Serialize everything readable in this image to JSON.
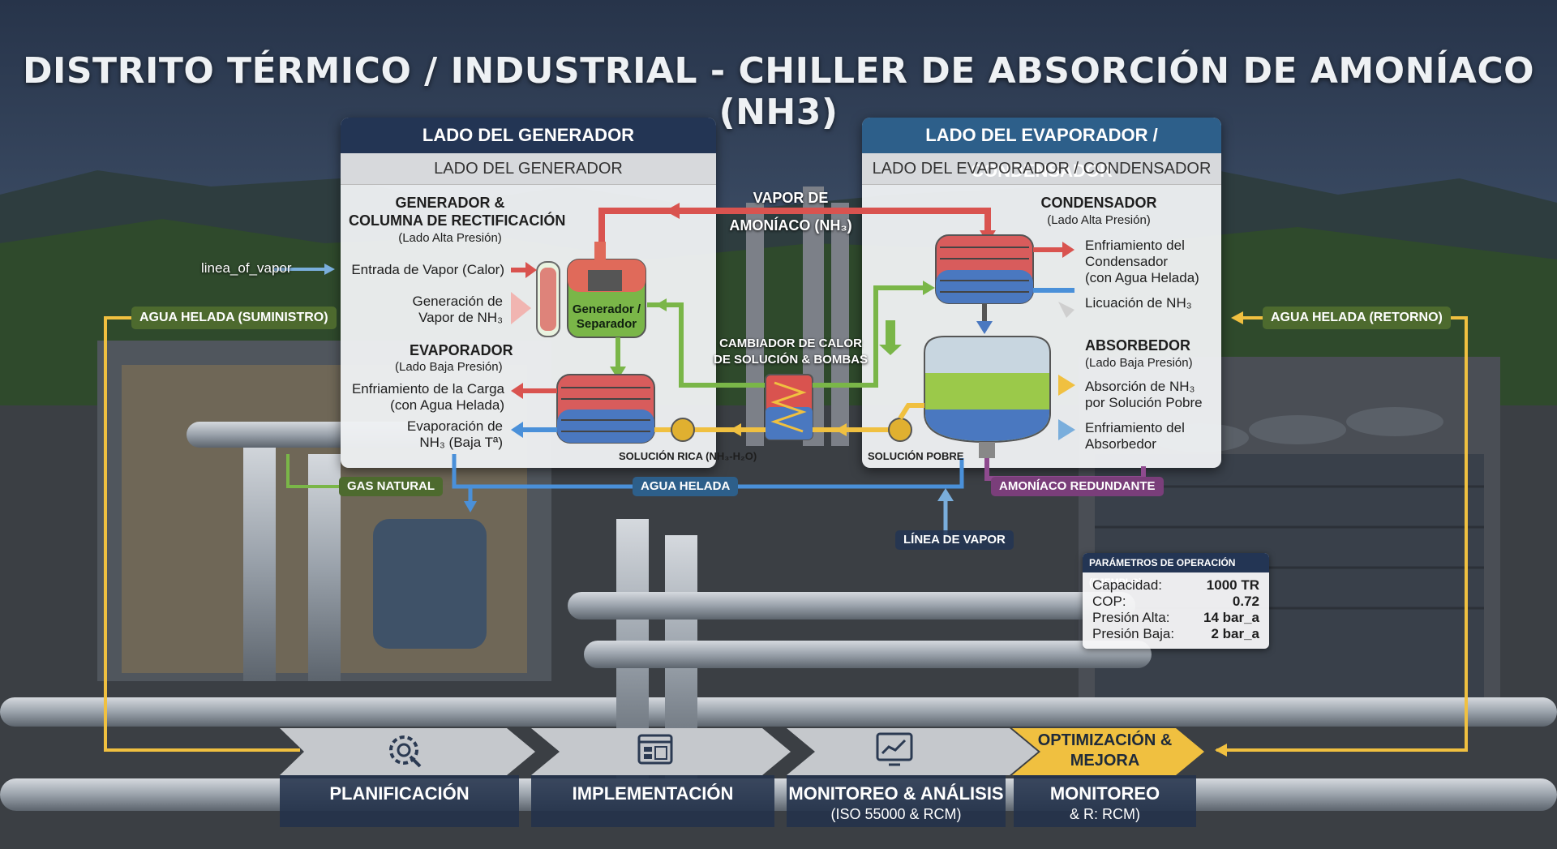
{
  "title": "DISTRITO TÉRMICO / INDUSTRIAL - CHILLER DE ABSORCIÓN DE AMONÍACO (NH3)",
  "colors": {
    "navy": "#233554",
    "blue": "#2d5f8a",
    "red": "#d9534f",
    "green": "#7ab648",
    "yellow": "#f0c040",
    "purple": "#8e4a8e",
    "lightblue": "#4a90d9"
  },
  "left_panel": {
    "header": "LADO DEL GENERADOR",
    "subheader": "LADO DEL GENERADOR",
    "generator_title_1": "GENERADOR &",
    "generator_title_2": "COLUMNA DE RECTIFICACIÓN",
    "generator_note": "(Lado Alta Presión)",
    "vapor_input": "Entrada de Vapor (Calor)",
    "vapor_gen_1": "Generación de",
    "vapor_gen_2": "Vapor de NH₃",
    "separator_1": "Generador /",
    "separator_2": "Separador",
    "evaporator_title": "EVAPORADOR",
    "evaporator_note": "(Lado Baja Presión)",
    "load_cooling_1": "Enfriamiento de la Carga",
    "load_cooling_2": "(con Agua Helada)",
    "evaporation_1": "Evaporación de",
    "evaporation_2": "NH₃ (Baja Tª)"
  },
  "right_panel": {
    "header": "LADO DEL EVAPORADOR / CONDENSADOR",
    "subheader": "LADO DEL EVAPORADOR / CONDENSADOR",
    "condenser_title": "CONDENSADOR",
    "condenser_note": "(Lado Alta Presión)",
    "condenser_cooling_1": "Enfriamiento del",
    "condenser_cooling_2": "Condensador",
    "condenser_cooling_3": "(con Agua Helada)",
    "liquefaction": "Licuación de NH₃",
    "absorber_title": "ABSORBEDOR",
    "absorber_note": "(Lado Baja Presión)",
    "absorption_1": "Absorción de NH₃",
    "absorption_2": "por Solución Pobre",
    "absorber_cooling_1": "Enfriamiento del",
    "absorber_cooling_2": "Absorbedor"
  },
  "center": {
    "ammonia_vapor_1": "VAPOR DE",
    "ammonia_vapor_2": "AMONÍACO (NH₃)",
    "heat_exchanger_1": "CAMBIADOR DE CALOR",
    "heat_exchanger_2": "DE SOLUCIÓN & BOMBAS",
    "rich_solution": "SOLUCIÓN RICA (NH₃-H₂O)",
    "poor_solution": "SOLUCIÓN POBRE"
  },
  "labels": {
    "vapor_line_code": "linea_of_vapor",
    "chilled_supply": "AGUA HELADA (SUMINISTRO)",
    "chilled_return": "AGUA HELADA (RETORNO)",
    "natural_gas": "GAS NATURAL",
    "chilled_water": "AGUA HELADA",
    "redundant_ammonia": "AMONÍACO REDUNDANTE",
    "steam_line": "LÍNEA DE VAPOR"
  },
  "params": {
    "title": "PARÁMETROS DE OPERACIÓN (EJEMPLO)",
    "rows": [
      {
        "k": "Capacidad:",
        "v": "1000 TR"
      },
      {
        "k": "COP:",
        "v": "0.72"
      },
      {
        "k": "Presión Alta:",
        "v": "14 bar_a"
      },
      {
        "k": "Presión Baja:",
        "v": "2 bar_a"
      }
    ]
  },
  "steps": [
    {
      "label": "PLANIFICACIÓN",
      "sub": "",
      "icon": "gear-wrench-icon"
    },
    {
      "label": "IMPLEMENTACIÓN",
      "sub": "",
      "icon": "dashboard-icon"
    },
    {
      "label": "MONITOREO & ANÁLISIS",
      "sub": "(ISO 55000 & RCM)",
      "icon": "monitor-chart-icon"
    },
    {
      "label": "MONITOREO",
      "sub": "& R: RCM)",
      "top": "OPTIMIZACIÓN &",
      "top2": "MEJORA"
    }
  ]
}
